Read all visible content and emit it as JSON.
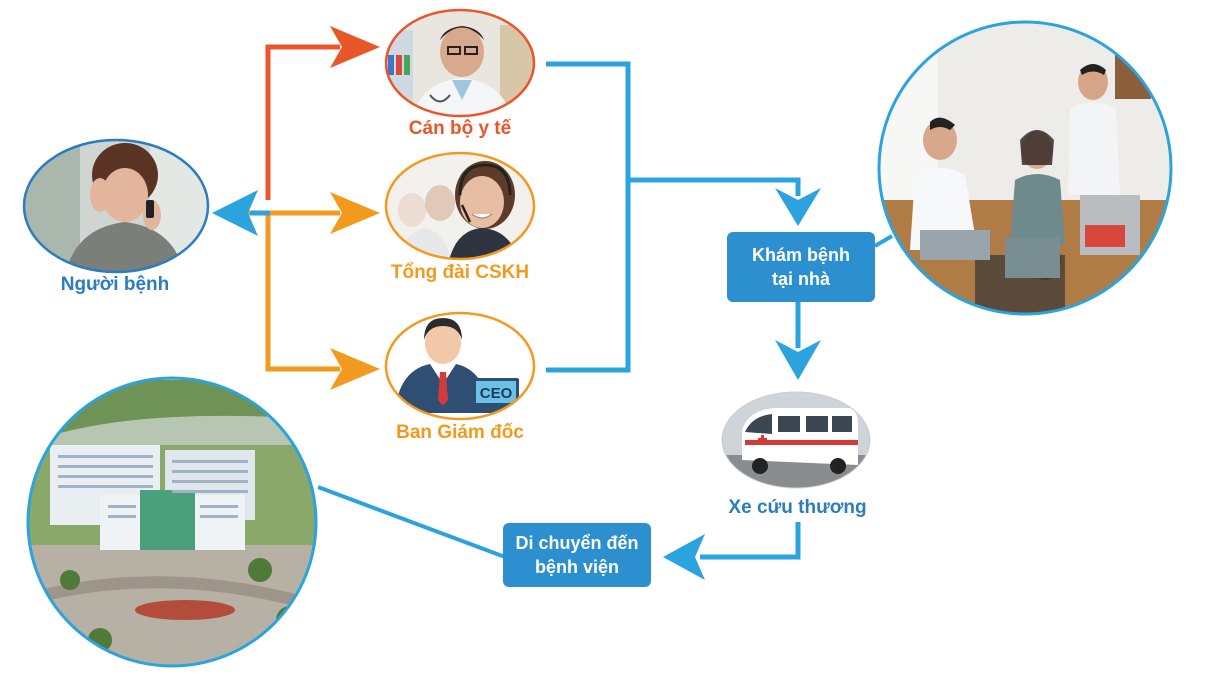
{
  "nodes": {
    "patient": {
      "label": "Người bệnh",
      "icon": "stressed-woman-phone-photo"
    },
    "medical_staff": {
      "label": "Cán bộ y tế",
      "icon": "doctor-phone-photo"
    },
    "call_center": {
      "label": "Tổng đài CSKH",
      "icon": "call-center-agent-photo"
    },
    "board": {
      "label": "Ban Giám đốc",
      "icon": "ceo-icon",
      "badge": "CEO"
    },
    "home_visit": {
      "line1": "Khám bệnh",
      "line2": "tại nhà"
    },
    "ambulance": {
      "label": "Xe cứu thương",
      "icon": "ambulance-photo"
    },
    "move_hospital": {
      "line1": "Di chuyển đến",
      "line2": "bệnh viện"
    },
    "home_photo": {
      "icon": "home-examination-photo"
    },
    "hospital_photo": {
      "icon": "hospital-aerial-photo"
    }
  },
  "colors": {
    "red": "#e8562a",
    "orange": "#f39a1e",
    "blue": "#2aa3de",
    "box": "#2b8fd0",
    "label_blue": "#2c7dc0"
  }
}
